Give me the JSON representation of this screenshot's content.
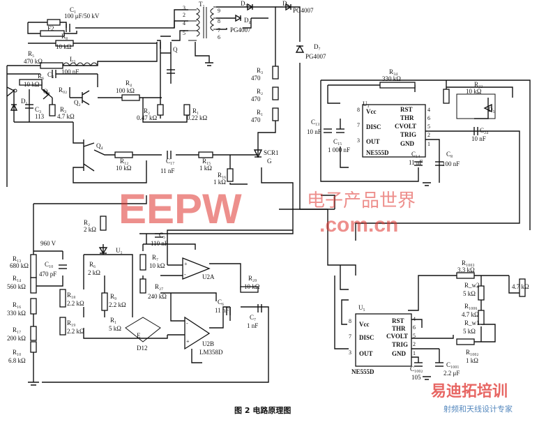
{
  "caption": "图 2   电路原理图",
  "watermark": {
    "logo": "EEPW",
    "domain": ".com.cn",
    "cn": "电子产品世界",
    "brand2": "易迪拓培训",
    "brand2_sub": "射频和天线设计专家",
    "color": "#e0342f"
  },
  "components": {
    "C1": "C₁",
    "C1v": "100 μF/50 kV",
    "F2": "F2",
    "R8": "R₈",
    "R8v": "10 kΩ",
    "T1": "T₁",
    "D3": "D₃",
    "D4": "D₄",
    "D6": "D₆",
    "PG1": "PG4007",
    "PG2": "PG4007",
    "D7": "D₇",
    "PG3": "PG4007",
    "R5": "R₅",
    "R5v": "470 kΩ",
    "L1": "L₁",
    "C4": "C₄",
    "C4v": "100 nF",
    "R6": "R₆",
    "R6v": "10 kΩ",
    "Q3": "Q₃",
    "D1": "D₁",
    "C3": "C₃",
    "C3v": "113",
    "R3": "R₃",
    "R3v": "4.7 kΩ",
    "Q2": "Q₂",
    "R02": "R₀₂",
    "R4": "R₄",
    "R4v": "100 kΩ",
    "R2": "R₂",
    "R2v": "0.47 kΩ",
    "R1": "R₁",
    "R1v": "0.22 kΩ",
    "Q": "Q",
    "Rh3": "R₃",
    "Rh3v": "470",
    "Rh2": "R₂",
    "Rh2v": "470",
    "Rh1": "R₁",
    "Rh1v": "470",
    "Q4": "Q₄",
    "R12": "R₁₂",
    "R12v": "10 kΩ",
    "C17": "C₁₇",
    "C17v": "11 nF",
    "R15": "R₁₅",
    "R15v": "1 kΩ",
    "R16": "R₁₆",
    "R16v": "1 kΩ",
    "SCR1": "SCR1",
    "G": "G",
    "R34": "R₃₄",
    "R34v": "330 kΩ",
    "U3": "U₃",
    "C13": "C₁₃",
    "C13v": "10 nF",
    "C15": "C₁₅",
    "C15v": "1 000 nF",
    "C14": "C₁₄",
    "C14v": "11 nF",
    "C8": "C₈",
    "C8v": "100 nF",
    "R33": "R₃₃",
    "R33v": "10 kΩ",
    "D5": "D₅",
    "C24": "C₂₄",
    "C24v": "10 nF",
    "NE1": "NE555D",
    "Rr2": "R₂",
    "Rr2v": "2 kΩ",
    "C5": "C₅",
    "C5v": "110 nF",
    "U1": "U₁",
    "R6b": "R₆",
    "R6bv": "2 kΩ",
    "V960": "960 V",
    "R13": "R₁₃",
    "R13v": "680 kΩ",
    "C10": "C₁₀",
    "C10v": "470 pF",
    "R14": "R₁₄",
    "R14v": "560 kΩ",
    "R16b": "R₁₆",
    "R16bv": "330 kΩ",
    "R17": "R₁₇",
    "R17v": "200 kΩ",
    "R10": "R₁₀",
    "R10v": "6.8 kΩ",
    "R7": "R₇",
    "R7v": "10 kΩ",
    "U2A": "U2A",
    "R29": "R₂₉",
    "R29v": "10 kΩ",
    "R27": "R₂₇",
    "R27v": "240 kΩ",
    "C6": "C₆",
    "C6v": "11 nF",
    "C7": "C₇",
    "C7v": "1 nF",
    "R18": "R₁₈",
    "R18v": "2.2 kΩ",
    "R9": "R₉",
    "R9v": "2.2 kΩ",
    "R19": "R₁₉",
    "R19v": "2.2 kΩ",
    "Rv1": "R₁",
    "Rv1v": "5 kΩ",
    "E": "E",
    "D12": "D12",
    "U2B": "U2B",
    "LM": "LM358D",
    "R1003": "R₁₀₀₃",
    "R1003v": "3.3 kΩ",
    "Rw2": "R_w2",
    "Rw2v": "5 kΩ",
    "P47": "4.7 kΩ",
    "R1006": "R₁₀₀₆",
    "R1006v": "4.7 kΩ",
    "Rw1": "R_w1",
    "Rw1v": "5 kΩ",
    "R1002": "R₁₀₀₂",
    "R1002v": "1 kΩ",
    "U5": "U₅",
    "NE2": "NE555D",
    "C1002": "C₁₀₀₂",
    "C1002v": "105",
    "C1001": "C₁₀₀₁",
    "C1001v": "2.2 μF"
  },
  "ic555": {
    "vcc": "Vcc",
    "rst": "RST",
    "thr": "THR",
    "disc": "DISC",
    "cvolt": "CVOLT",
    "trig": "TRIG",
    "out": "OUT",
    "gnd": "GND"
  }
}
